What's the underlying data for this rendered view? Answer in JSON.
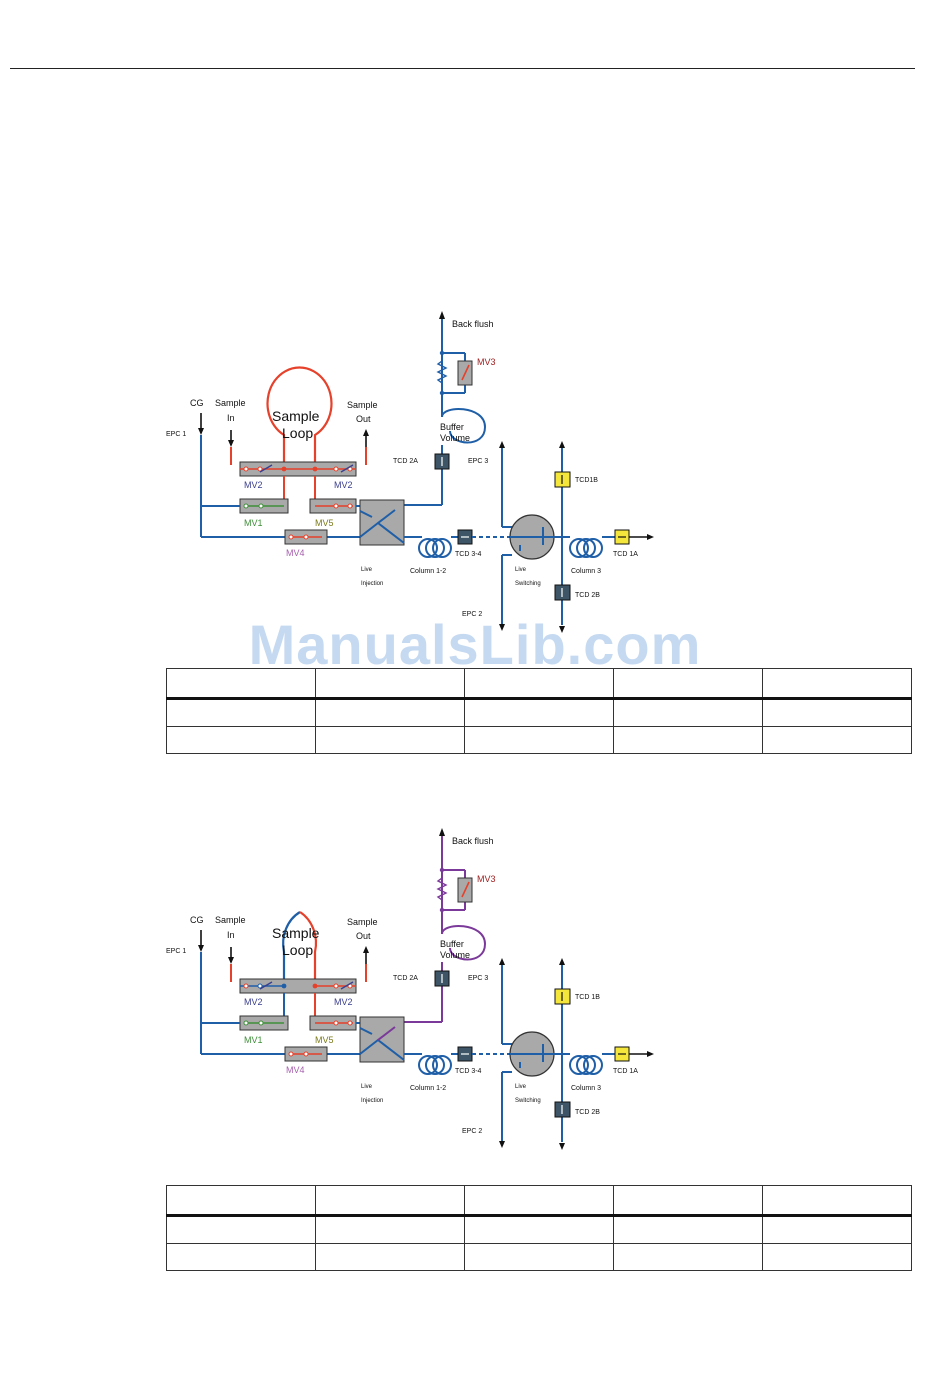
{
  "watermark": "ManualsLib.com",
  "diagrams": [
    {
      "labels": {
        "back_flush": "Back flush",
        "mv3": "MV3",
        "cg": "CG",
        "sample_in_1": "Sample",
        "sample_in_2": "In",
        "sample_loop_1": "Sample",
        "sample_loop_2": "Loop",
        "sample_out_1": "Sample",
        "sample_out_2": "Out",
        "epc1": "EPC 1",
        "buffer_1": "Buffer",
        "buffer_2": "Volume",
        "tcd2a": "TCD 2A",
        "epc3": "EPC 3",
        "tcd1b": "TCD1B",
        "mv2_left": "MV2",
        "mv2_right": "MV2",
        "mv1": "MV1",
        "mv5": "MV5",
        "mv4": "MV4",
        "tcd34": "TCD 3-4",
        "tcd1a": "TCD 1A",
        "column12": "Column 1-2",
        "column3": "Column 3",
        "live_inj_1": "Live",
        "live_inj_2": "Injection",
        "live_sw_1": "Live",
        "live_sw_2": "Switching",
        "tcd2b": "TCD 2B",
        "epc2": "EPC 2"
      }
    },
    {
      "labels": {
        "back_flush": "Back flush",
        "mv3": "MV3",
        "cg": "CG",
        "sample_in_1": "Sample",
        "sample_in_2": "In",
        "sample_loop_1": "Sample",
        "sample_loop_2": "Loop",
        "sample_out_1": "Sample",
        "sample_out_2": "Out",
        "epc1": "EPC 1",
        "buffer_1": "Buffer",
        "buffer_2": "Volume",
        "tcd2a": "TCD 2A",
        "epc3": "EPC 3",
        "tcd1b": "TCD 1B",
        "mv2_left": "MV2",
        "mv2_right": "MV2",
        "mv1": "MV1",
        "mv5": "MV5",
        "mv4": "MV4",
        "tcd34": "TCD 3-4",
        "tcd1a": "TCD 1A",
        "column12": "Column 1-2",
        "column3": "Column 3",
        "live_inj_1": "Live",
        "live_inj_2": "Injection",
        "live_sw_1": "Live",
        "live_sw_2": "Switching",
        "tcd2b": "TCD 2B",
        "epc2": "EPC 2"
      }
    }
  ],
  "colors": {
    "blue_line": "#1f5fa8",
    "red_line": "#e5412b",
    "purple_line": "#7b3a9a",
    "green_line": "#3f8f3a",
    "valve_fill": "#a9a9a9",
    "tcd_dark": "#3d5566",
    "tcd_yellow": "#f4e63a",
    "mv_blue_text": "#3a3f8f",
    "mv_green_text": "#3f8f3a",
    "mv_olive_text": "#7a7a1a",
    "mv_purple_text": "#a860b0",
    "mv_red_text": "#a02020"
  }
}
